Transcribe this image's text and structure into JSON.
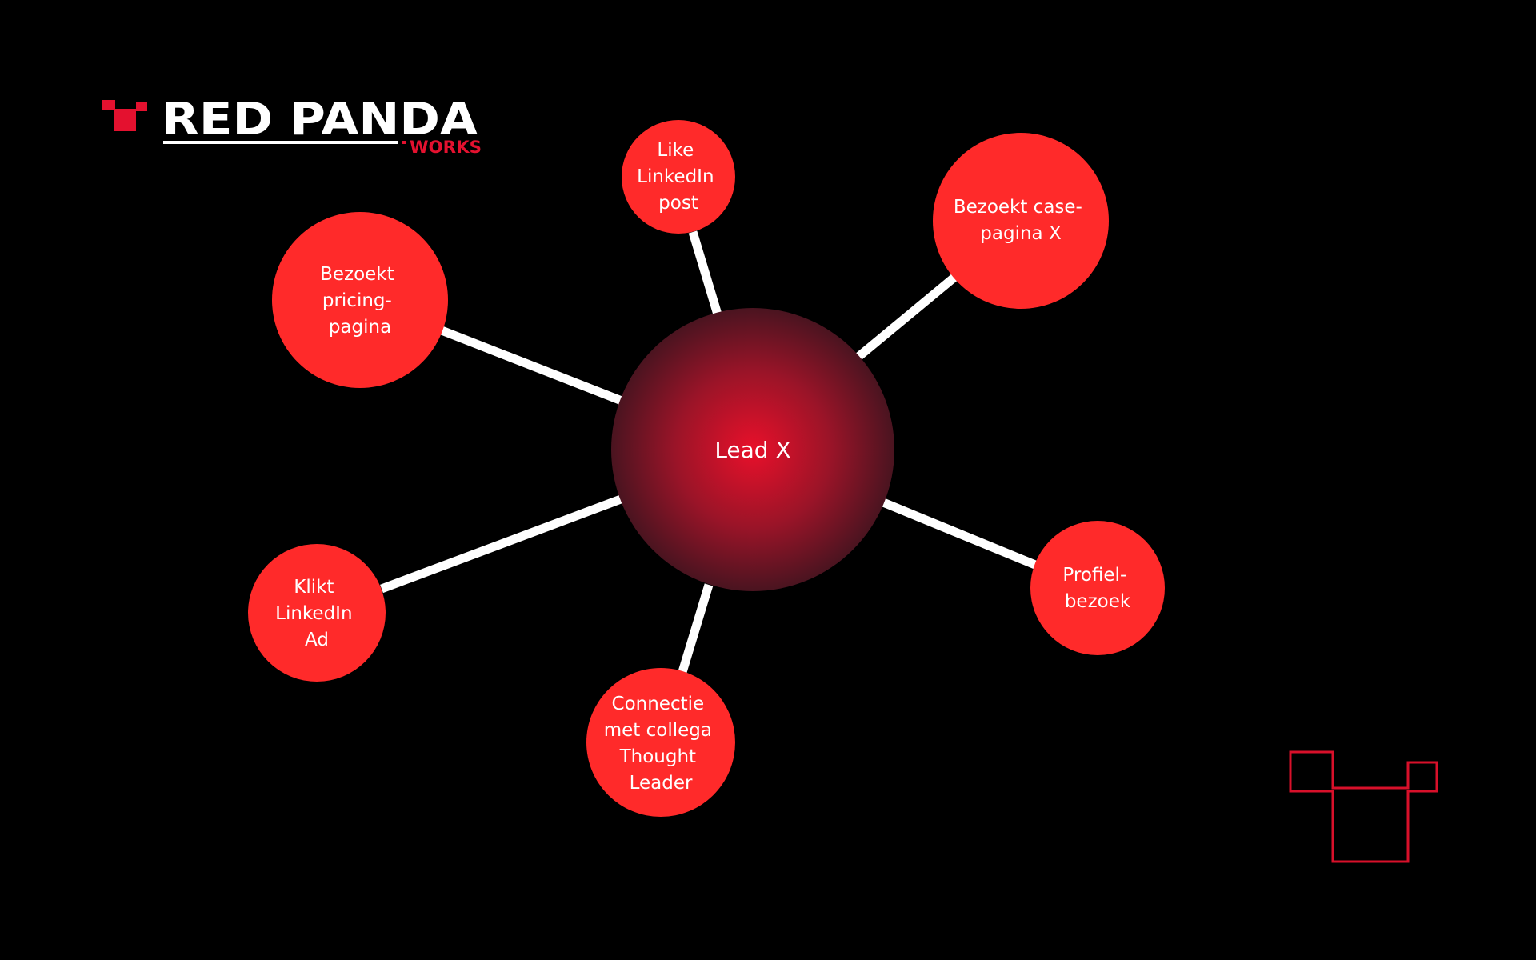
{
  "brand": {
    "name": "RED PANDA",
    "suffix": "WORKS",
    "color": "#e4112f"
  },
  "center": {
    "label": "Lead X"
  },
  "nodes": [
    {
      "id": "like-linkedin-post",
      "lines": [
        "Like",
        "LinkedIn",
        "post"
      ]
    },
    {
      "id": "bezoekt-case-pagina",
      "lines": [
        "Bezoekt case-",
        "pagina X"
      ]
    },
    {
      "id": "bezoekt-pricing-pagina",
      "lines": [
        "Bezoekt",
        "pricing-",
        "pagina"
      ]
    },
    {
      "id": "profielbezoek",
      "lines": [
        "Profiel-",
        "bezoek"
      ]
    },
    {
      "id": "klikt-linkedin-ad",
      "lines": [
        "Klikt",
        "LinkedIn",
        "Ad"
      ]
    },
    {
      "id": "connectie-thought-leader",
      "lines": [
        "Connectie",
        "met collega",
        "Thought",
        "Leader"
      ]
    }
  ],
  "colors": {
    "background": "#000000",
    "node": "#ff2a2a",
    "connector": "#ffffff",
    "center_inner": "#e8102a",
    "center_outer": "#4a1420"
  },
  "icons": {
    "corner": "panda-outline-icon",
    "logo": "panda-logo-icon"
  }
}
